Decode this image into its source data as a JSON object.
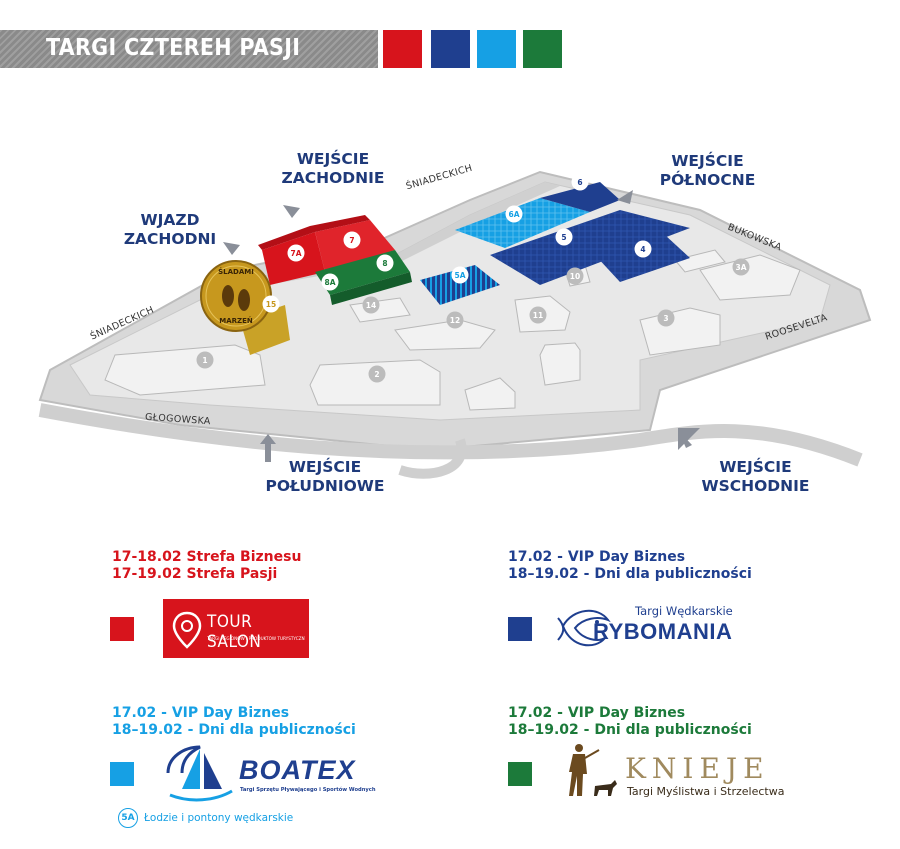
{
  "header": {
    "title": "TARGI CZTEREH PASJI",
    "swatch_colors": [
      "#d7141c",
      "#1f3f8f",
      "#16a0e4",
      "#1c7a3a"
    ]
  },
  "map": {
    "entrances": {
      "west_entry": "WEJŚCIE\nZACHODNIE",
      "west_drive": "WJAZD\nZACHODNI",
      "north": "WEJŚCIE\nPÓŁNOCNE",
      "south": "WEJŚCIE\nPOŁUDNIOWE",
      "east": "WEJŚCIE\nWSCHODNIE"
    },
    "streets": {
      "sniadeckich_top": "ŚNIADECKICH",
      "sniadeckich_left": "ŚNIADECKICH",
      "bukowska": "BUKOWSKA",
      "roosevelta": "ROOSEVELTA",
      "glogowska": "GŁOGOWSKA"
    },
    "halls": [
      {
        "label": "7A"
      },
      {
        "label": "7"
      },
      {
        "label": "8"
      },
      {
        "label": "8A"
      },
      {
        "label": "5A"
      },
      {
        "label": "6A"
      },
      {
        "label": "6"
      },
      {
        "label": "5"
      },
      {
        "label": "4"
      },
      {
        "label": "15"
      },
      {
        "label": "14"
      },
      {
        "label": "12"
      },
      {
        "label": "11"
      },
      {
        "label": "10"
      },
      {
        "label": "3A"
      },
      {
        "label": "3"
      },
      {
        "label": "2"
      },
      {
        "label": "1"
      }
    ],
    "footprint_text": [
      "ŚLADAMI",
      "MARZEŃ"
    ]
  },
  "legend": {
    "red": {
      "line1": "17-18.02 Strefa Biznesu",
      "line2": "17-19.02 Strefa Pasji",
      "color": "#d7141c",
      "logo_title": "TOUR SALON",
      "logo_sub": "TARGI REGIONÓW I PRODUKTÓW TURYSTYCZNYCH"
    },
    "navy": {
      "line1": "17.02 - VIP Day Biznes",
      "line2": "18–19.02 - Dni dla publiczności",
      "color": "#1f3f8f",
      "logo_small": "Targi Wędkarskie",
      "logo_title": "RYBOMANIA"
    },
    "blue": {
      "line1": "17.02 - VIP Day Biznes",
      "line2": "18–19.02 - Dni dla publiczności",
      "color": "#16a0e4",
      "logo_title": "BOATEX",
      "logo_sub": "Targi Sprzętu Pływającego i Sportów Wodnych",
      "hall_badge": "5A",
      "hall_note": "Łodzie i pontony wędkarskie"
    },
    "green": {
      "line1": "17.02 - VIP Day Biznes",
      "line2": "18–19.02 - Dni dla publiczności",
      "color": "#1c7a3a",
      "logo_title": "KNIEJE",
      "logo_sub": "Targi Myślistwa i Strzelectwa"
    }
  }
}
